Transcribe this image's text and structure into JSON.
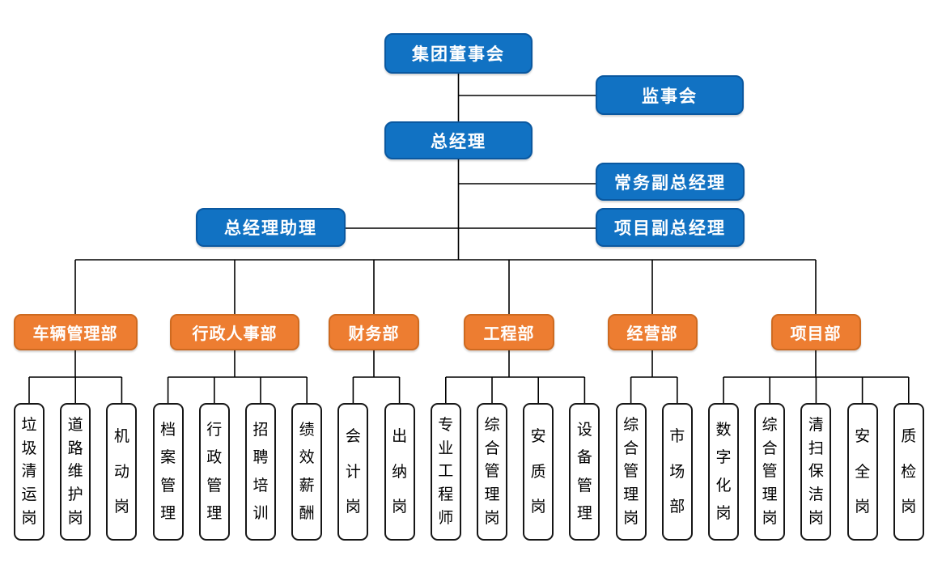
{
  "chart": {
    "type": "org-chart",
    "title": "",
    "colors": {
      "executive_fill": "#1172C3",
      "executive_border": "#0A58A0",
      "department_fill": "#ED7D31",
      "department_border": "#CE6A20",
      "position_fill": "#FFFFFF",
      "position_border": "#161616",
      "connector_line": "#000000",
      "text_on_color": "#FFFFFF",
      "text_on_white": "#000000"
    },
    "executives": {
      "board": "集团董事会",
      "supervisory": "监事会",
      "general_manager": "总经理",
      "executive_deputy_gm": "常务副总经理",
      "gm_assistant": "总经理助理",
      "project_deputy_gm": "项目副总经理"
    },
    "departments": [
      {
        "name": "车辆管理部",
        "positions": [
          "垃圾清运岗",
          "道路维护岗",
          "机动岗"
        ]
      },
      {
        "name": "行政人事部",
        "positions": [
          "档案管理",
          "行政管理",
          "招聘培训",
          "绩效薪酬"
        ]
      },
      {
        "name": "财务部",
        "positions": [
          "会计岗",
          "出纳岗"
        ]
      },
      {
        "name": "工程部",
        "positions": [
          "专业工程师",
          "综合管理岗",
          "安质岗",
          "设备管理"
        ]
      },
      {
        "name": "经营部",
        "positions": [
          "综合管理岗",
          "市场部"
        ]
      },
      {
        "name": "项目部",
        "positions": [
          "数字化岗",
          "综合管理岗",
          "清扫保洁岗",
          "安全岗",
          "质检岗"
        ]
      }
    ]
  }
}
